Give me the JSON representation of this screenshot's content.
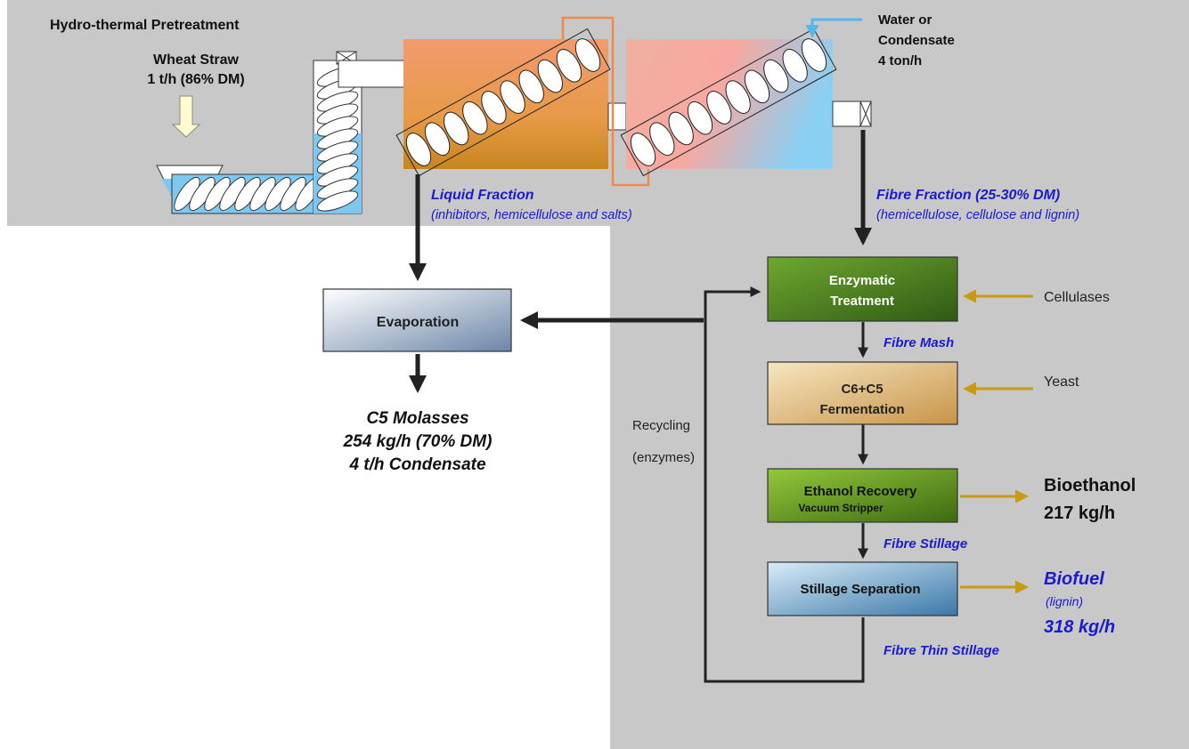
{
  "pretreatment": {
    "title": "Hydro-thermal Pretreatment",
    "feed_name": "Wheat Straw",
    "feed_rate": "1 t/h (86% DM)",
    "water_label": "Water or",
    "water_label2": "Condensate",
    "water_rate": "4 ton/h"
  },
  "fractions": {
    "liquid_title": "Liquid Fraction",
    "liquid_desc": "(inhibitors, hemicellulose and salts)",
    "fibre_title": "Fibre Fraction (25-30% DM)",
    "fibre_desc": "(hemicellulose, cellulose and lignin)"
  },
  "evaporation": {
    "label": "Evaporation",
    "out1": "C5 Molasses",
    "out2": "254 kg/h (70% DM)",
    "out3": "4 t/h Condensate"
  },
  "steps": {
    "enzymatic_1": "Enzymatic",
    "enzymatic_2": "Treatment",
    "fermentation_1": "C6+C5",
    "fermentation_2": "Fermentation",
    "recovery_1": "Ethanol Recovery",
    "recovery_2": "Vacuum Stripper",
    "separation": "Stillage Separation"
  },
  "streams": {
    "fibre_mash": "Fibre Mash",
    "fibre_stillage": "Fibre Stillage",
    "thin_stillage": "Fibre Thin Stillage",
    "recycling_1": "Recycling",
    "recycling_2": "(enzymes)"
  },
  "inputs": {
    "cellulases": "Cellulases",
    "yeast": "Yeast"
  },
  "outputs": {
    "bioethanol": "Bioethanol",
    "bioethanol_rate": "217 kg/h",
    "biofuel": "Biofuel",
    "biofuel_sub": "(lignin)",
    "biofuel_rate": "318 kg/h"
  },
  "colors": {
    "panel_gray": "#c8c8c8",
    "stream_blue": "#1a1ad0",
    "feed_arrow": "#c89a10",
    "pipe_orange": "#f08a4a",
    "water_blue": "#55b5ee"
  }
}
